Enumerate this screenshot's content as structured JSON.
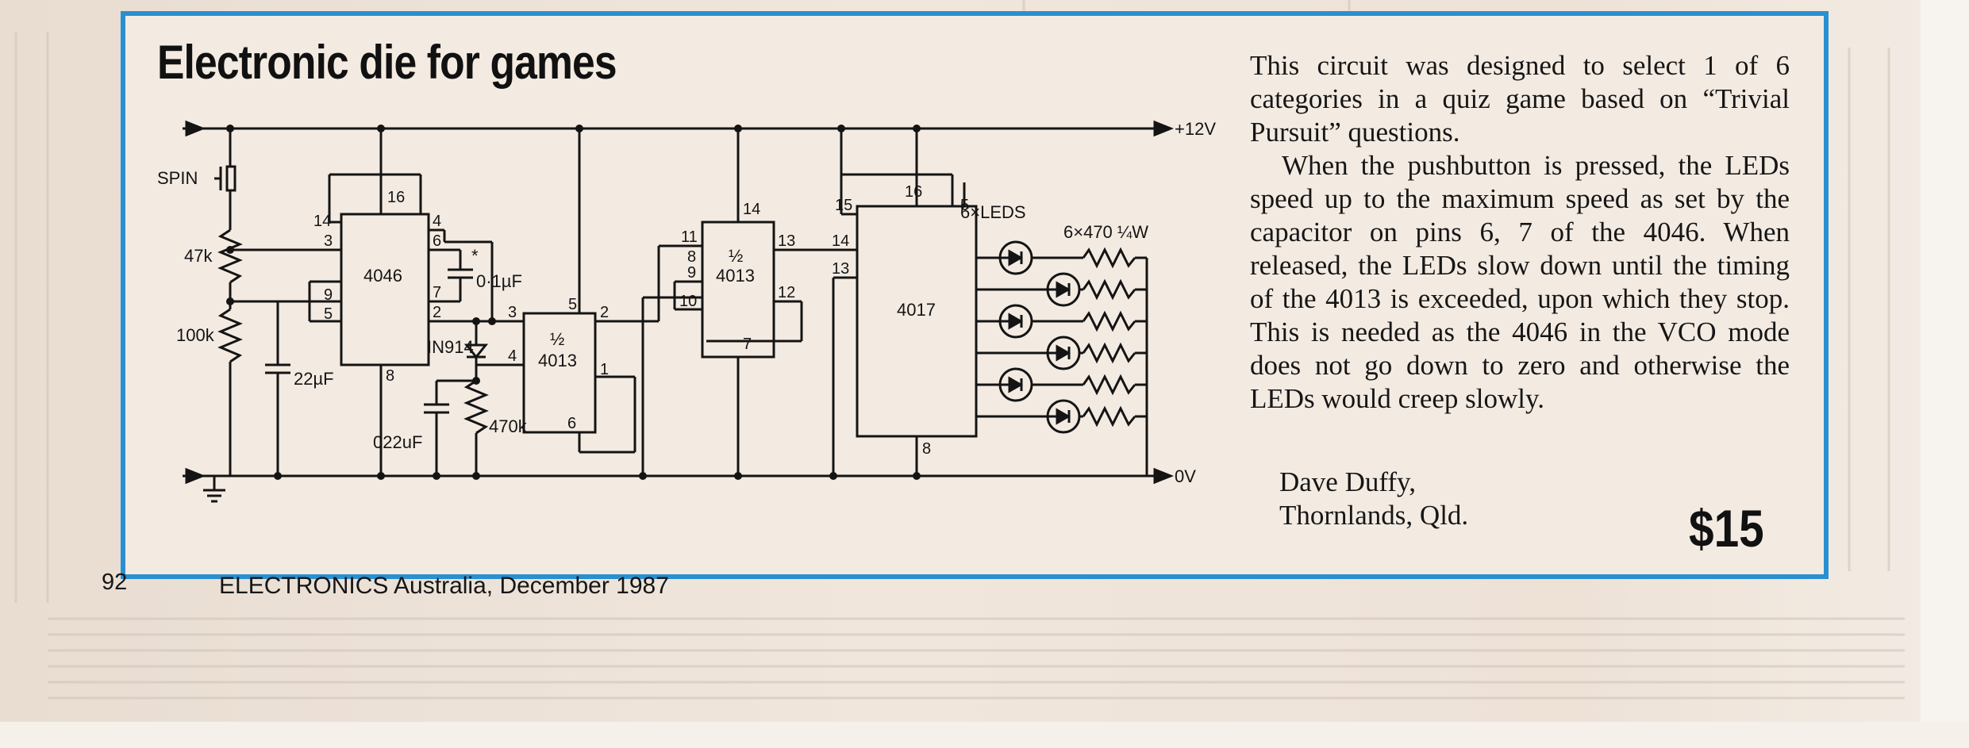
{
  "article": {
    "title": "Electronic die for games",
    "paragraphs": [
      "This circuit was designed to select 1 of 6 categories in a quiz game based on “Trivial Pursuit” questions.",
      "When the pushbutton is pressed, the LEDs speed up to the maximum speed as set by the capacitor on pins 6, 7 of the 4046. When released, the LEDs slow down until the timing of the 4013 is exceeded, upon which they stop. This is needed as the 4046 in the VCO mode does not go down to zero and otherwise the LEDs would creep slowly."
    ],
    "author_name": "Dave Duffy,",
    "author_location": "Thornlands, Qld.",
    "price": "$15"
  },
  "footer": {
    "page_number": "92",
    "publication": "ELECTRONICS Australia, December 1987"
  },
  "schematic": {
    "supply_positive": "+12V",
    "supply_ground": "0V",
    "switch_label": "SPIN",
    "resistor_1": "47k",
    "resistor_2": "100k",
    "resistor_3": "470k",
    "capacitor_1": "22µF",
    "capacitor_2": "0·1µF",
    "capacitor_2_mark": "*",
    "capacitor_3": "022uF",
    "diode": "IN914",
    "ic_vco": "4046",
    "ic_ff_half": "½",
    "ic_ff": "4013",
    "ic_counter": "4017",
    "led_label": "6×LEDS",
    "resistor_array": "6×470 ¼W",
    "pins_4046": [
      "16",
      "14",
      "4",
      "3",
      "6",
      "9",
      "7",
      "5",
      "2",
      "8"
    ],
    "pins_4013_a": [
      "3",
      "5",
      "2",
      "4",
      "1",
      "6"
    ],
    "pins_4013_b": [
      "14",
      "11",
      "13",
      "8",
      "9",
      "10",
      "12",
      "7"
    ],
    "pins_4017": [
      "16",
      "15",
      "5",
      "14",
      "13",
      "8"
    ]
  },
  "colors": {
    "frame": "#2a8fd0",
    "ink": "#141414",
    "paper": "#f3ebe2"
  }
}
